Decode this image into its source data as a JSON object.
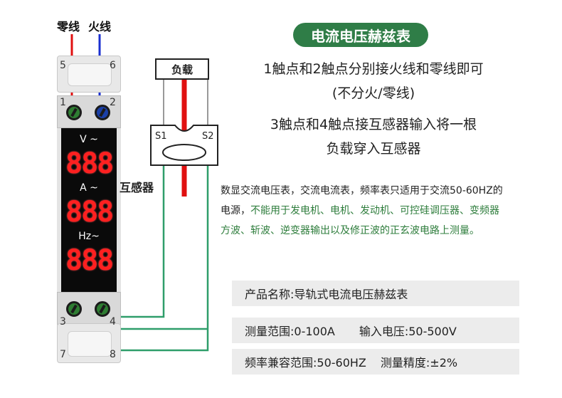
{
  "wire_labels": {
    "neutral": "零线",
    "live": "火线"
  },
  "terminals": {
    "t1": "1",
    "t2": "2",
    "t3": "3",
    "t4": "4",
    "t5": "5",
    "t6": "6",
    "t7": "7",
    "t8": "8"
  },
  "display": {
    "voltage_label": "V ~",
    "current_label": "A ~",
    "frequency_label": "Hz~",
    "voltage_digits": "888",
    "current_digits": "888",
    "frequency_digits": "888"
  },
  "load_label": "负载",
  "ct": {
    "label": "互感器",
    "s1": "S1",
    "s2": "S2"
  },
  "title": "电流电压赫兹表",
  "instructions": {
    "line1": "1触点和2触点分别接火线和零线即可",
    "line2": "(不分火/零线)",
    "line3": "3触点和4触点接互感器输入将一根",
    "line4": "负载穿入互感器"
  },
  "note": {
    "part1": "数显交流电压表，交流电流表，频率表只适用于交流50-60HZ的",
    "part2": "电源，",
    "part3_green": "不能用于发电机、电机、发动机、可控硅调压器、变频器",
    "part4_green": "方波、斩波、逆变器输出以及修正波的正玄波电路上测量。"
  },
  "specs": {
    "product_name": "产品名称:导轨式电流电压赫兹表",
    "range": "测量范围:0-100A",
    "input_voltage": "输入电压:50-500V",
    "frequency_range": "频率兼容范围:50-60HZ",
    "accuracy": "测量精度:±2%"
  },
  "colors": {
    "live_wire": "#e01010",
    "neutral_wire": "#1a2fd0",
    "signal_wire": "#2f9e6a",
    "accent": "#2f7d47",
    "digit": "#ff2020"
  }
}
